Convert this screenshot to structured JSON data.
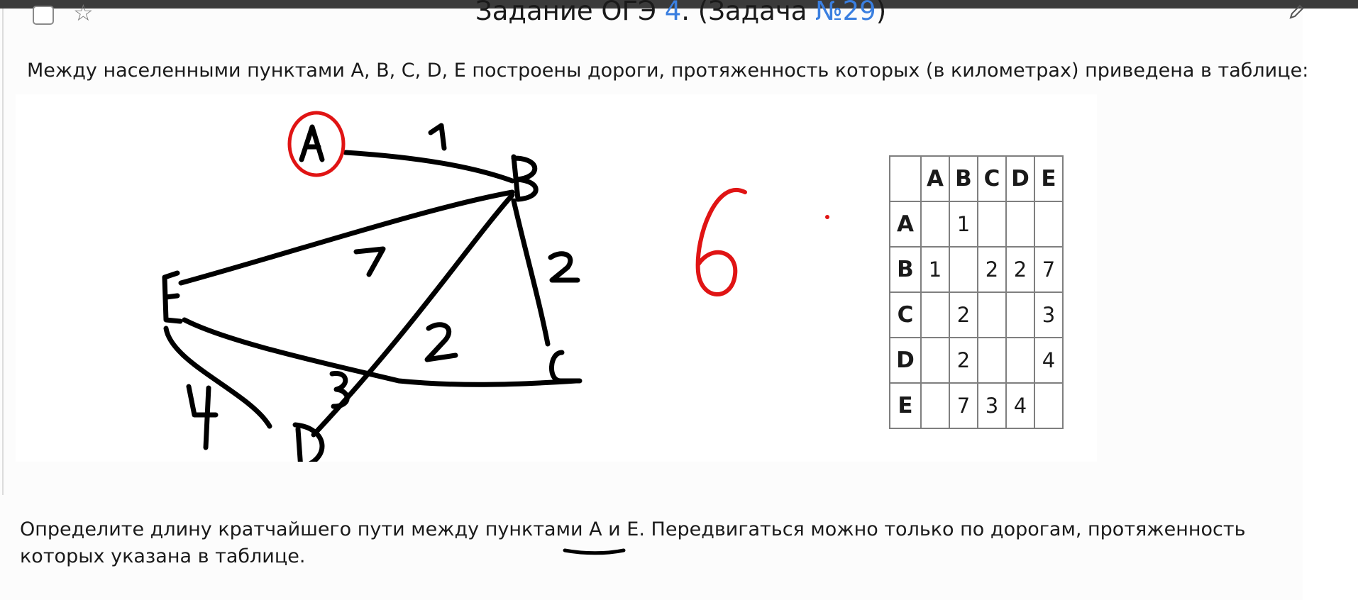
{
  "task": {
    "title_prefix": "Задание ОГЭ ",
    "title_number": "4",
    "title_middle": ". (Задача ",
    "problem_number": "№29",
    "title_suffix": ")",
    "intro_text": "Между населенными пунктами A, B, C, D, E построены дороги, протяженность которых (в километрах) приведена в таблице:",
    "question_before": "Определите длину кратчайшего пути между пунктами ",
    "question_points": "A и E",
    "question_after": ". Передвигаться можно только по дорогам, протяженность которых указана в таблице."
  },
  "icons": {
    "checkbox": "checkbox-icon",
    "star": "star-icon",
    "edit": "pencil-icon"
  },
  "graph": {
    "nodes": [
      "A",
      "B",
      "C",
      "D",
      "E"
    ],
    "edges": [
      {
        "from": "A",
        "to": "B",
        "weight": "1"
      },
      {
        "from": "B",
        "to": "E",
        "weight": "7"
      },
      {
        "from": "B",
        "to": "C",
        "weight": "2"
      },
      {
        "from": "B",
        "to": "D",
        "weight": "2"
      },
      {
        "from": "E",
        "to": "C",
        "weight": "3"
      },
      {
        "from": "E",
        "to": "D",
        "weight": "4"
      }
    ],
    "answer": "6"
  },
  "table": {
    "headers": [
      "A",
      "B",
      "C",
      "D",
      "E"
    ],
    "rows": [
      {
        "label": "A",
        "cells": [
          "",
          "1",
          "",
          "",
          ""
        ]
      },
      {
        "label": "B",
        "cells": [
          "1",
          "",
          "2",
          "2",
          "7"
        ]
      },
      {
        "label": "C",
        "cells": [
          "",
          "2",
          "",
          "",
          "3"
        ]
      },
      {
        "label": "D",
        "cells": [
          "",
          "2",
          "",
          "",
          "4"
        ]
      },
      {
        "label": "E",
        "cells": [
          "",
          "7",
          "3",
          "4",
          ""
        ]
      }
    ]
  },
  "colors": {
    "link": "#3a7fe0",
    "ink": "#000000",
    "annotation": "#e01414"
  }
}
